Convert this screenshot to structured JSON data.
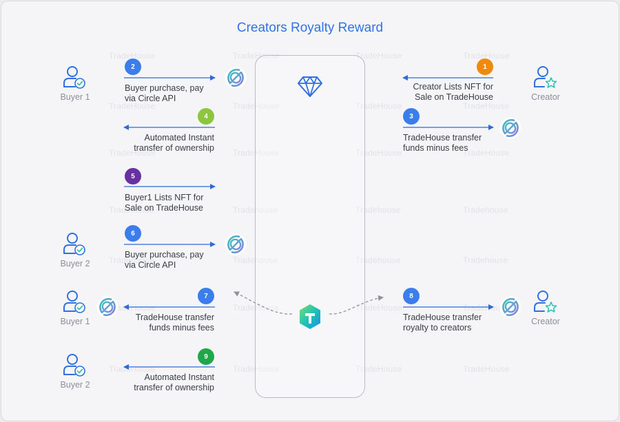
{
  "title": "Creators Royalty Reward",
  "watermarks": {
    "trade_house": "TradeHouse",
    "tradehouse": "Tradehouse"
  },
  "actors": {
    "buyer1": "Buyer 1",
    "buyer2": "Buyer 2",
    "creator": "Creator"
  },
  "steps": [
    {
      "n": "1",
      "color": "#f08a0c",
      "line1": "Creator Lists NFT for",
      "line2": "Sale on TradeHouse"
    },
    {
      "n": "2",
      "color": "#3b7ded",
      "line1": "Buyer purchase, pay",
      "line2": "via Circle API"
    },
    {
      "n": "3",
      "color": "#3b7ded",
      "line1": "TradeHouse transfer",
      "line2": "funds minus fees"
    },
    {
      "n": "4",
      "color": "#8cc63f",
      "line1": "Automated Instant",
      "line2": "transfer of ownership"
    },
    {
      "n": "5",
      "color": "#6a2fa0",
      "line1": "Buyer1 Lists NFT for",
      "line2": "Sale on TradeHouse"
    },
    {
      "n": "6",
      "color": "#3b7ded",
      "line1": "Buyer purchase, pay",
      "line2": "via Circle API"
    },
    {
      "n": "7",
      "color": "#3b7ded",
      "line1": "TradeHouse transfer",
      "line2": "funds minus fees"
    },
    {
      "n": "8",
      "color": "#3b7ded",
      "line1": "TradeHouse transfer",
      "line2": "royalty to creators"
    },
    {
      "n": "9",
      "color": "#1fa84a",
      "line1": "Automated Instant",
      "line2": "transfer of ownership"
    }
  ],
  "colors": {
    "accent": "#2f73e6",
    "arrow": "#2e6bd6",
    "actor_icon": "#2f6fe0",
    "check": "#2ec4b6",
    "coin_teal": "#35c6b8",
    "coin_purple": "#8b7be8"
  }
}
